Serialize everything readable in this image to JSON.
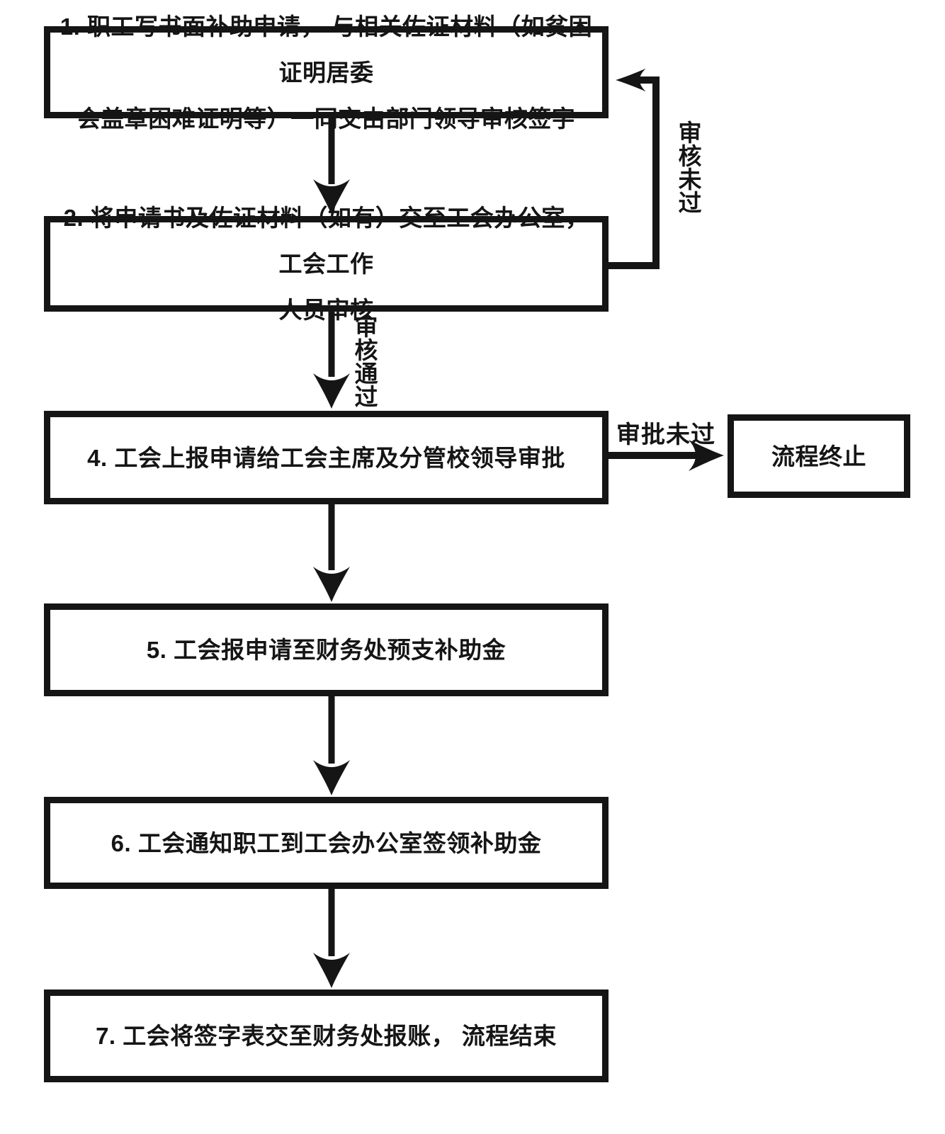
{
  "diagram": {
    "type": "flowchart",
    "background_color": "#ffffff",
    "stroke_color": "#151515",
    "text_color": "#151515",
    "nodes": {
      "step1": {
        "lines": [
          "1. 职工写书面补助申请， 与相关佐证材料（如贫困证明居委",
          "会盖章困难证明等）一同交由部门领导审核签字"
        ]
      },
      "step2": {
        "lines": [
          "2. 将申请书及佐证材料（如有）交至工会办公室， 工会工作",
          "人员审核"
        ]
      },
      "step4": {
        "lines": [
          "4. 工会上报申请给工会主席及分管校领导审批"
        ]
      },
      "step5": {
        "lines": [
          "5. 工会报申请至财务处预支补助金"
        ]
      },
      "step6": {
        "lines": [
          "6. 工会通知职工到工会办公室签领补助金"
        ]
      },
      "step7": {
        "lines": [
          "7. 工会将签字表交至财务处报账， 流程结束"
        ]
      },
      "terminate": {
        "lines": [
          "流程终止"
        ]
      }
    },
    "edge_labels": {
      "review_fail": "审核未过",
      "review_pass": "审核通过",
      "approve_fail": "审批未过"
    }
  }
}
